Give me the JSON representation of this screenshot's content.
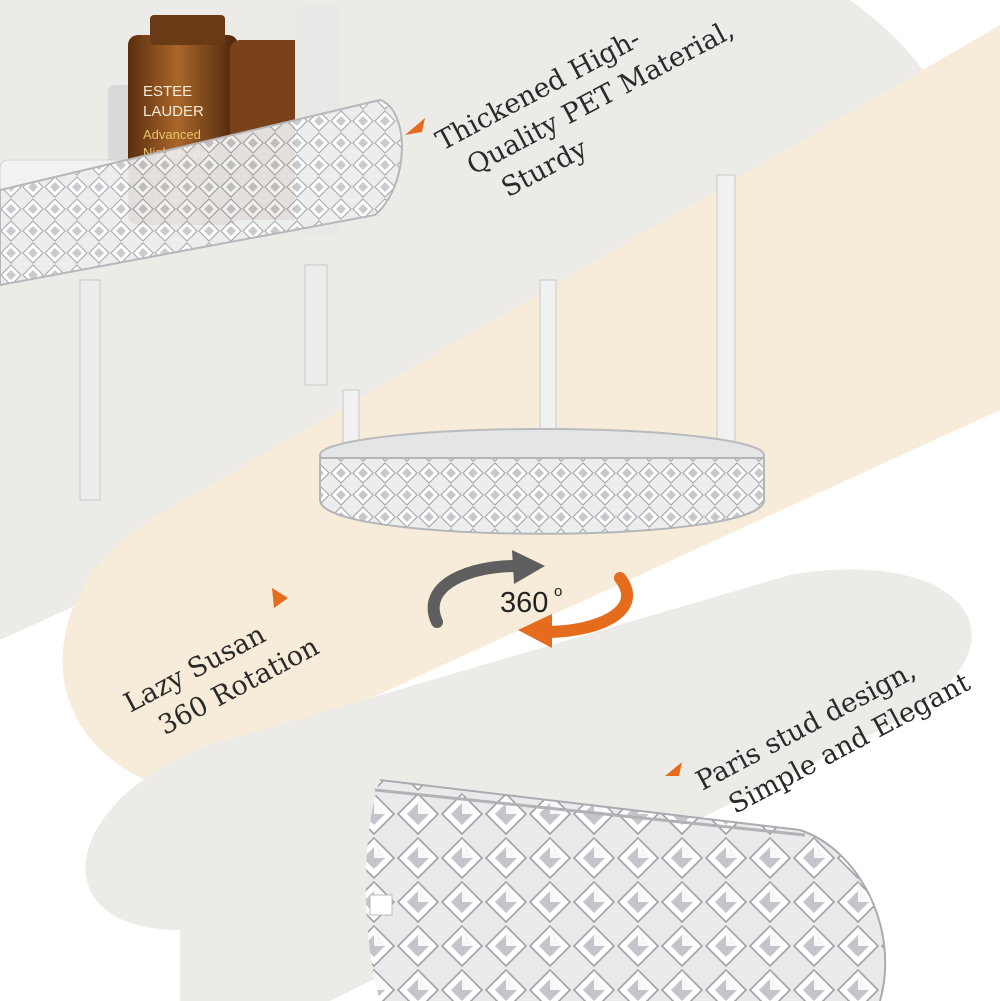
{
  "colors": {
    "band_top": "#ecebe7",
    "band_middle": "#f7ecd9",
    "band_bottom": "#ecebe7",
    "accent_orange": "#e46c1c",
    "arrow_gray": "#5e5e5e",
    "text": "#2a2a2a"
  },
  "product_label": {
    "brand_line1": "ESTEE",
    "brand_line2": "LAUDER",
    "product_line1": "Advanced",
    "product_line2": "Night Repair"
  },
  "features": [
    {
      "lines": [
        "Thickened High-",
        "Quality PET Material,",
        "Sturdy"
      ]
    },
    {
      "lines": [
        "Lazy Susan",
        "360 Rotation"
      ]
    },
    {
      "lines": [
        "Paris stud design,",
        "Simple and Elegant"
      ]
    }
  ],
  "rotation_badge": {
    "value": "360",
    "unit": "o"
  }
}
